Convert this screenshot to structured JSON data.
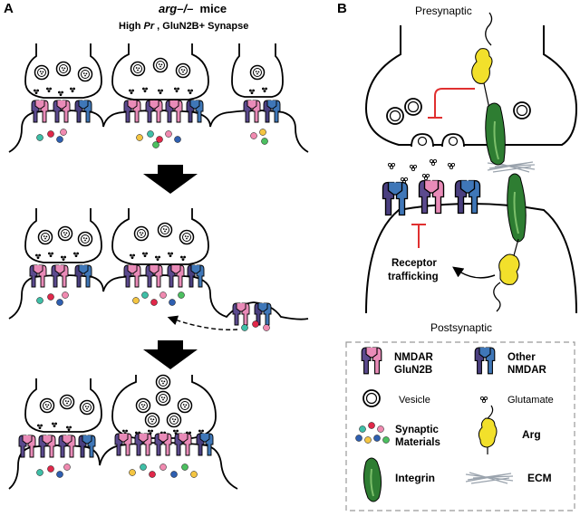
{
  "panel_a": {
    "letter": "A",
    "title_italic": "arg–/–",
    "title_rest": "  mice",
    "subtitle_pre": "High ",
    "subtitle_italic": "Pr",
    "subtitle_post": " , GluN2B+ Synapse"
  },
  "panel_b": {
    "letter": "B",
    "presynaptic": "Presynaptic",
    "postsynaptic": "Postsynaptic",
    "receptor_trafficking_line1": "Receptor",
    "receptor_trafficking_line2": "trafficking"
  },
  "legend": {
    "nmdar_glun2b_line1": "NMDAR",
    "nmdar_glun2b_line2": "GluN2B",
    "other_nmdar_line1": "Other",
    "other_nmdar_line2": "NMDAR",
    "vesicle": "Vesicle",
    "glutamate": "Glutamate",
    "synaptic_materials_line1": "Synaptic",
    "synaptic_materials_line2": "Materials",
    "arg": "Arg",
    "integrin": "Integrin",
    "ecm": "ECM"
  },
  "colors": {
    "glun2b_pink": "#e98bb8",
    "glun2b_purple": "#5b4a8e",
    "other_blue": "#3f77b8",
    "other_purple": "#4a3f80",
    "integrin_green": "#2e7d32",
    "integrin_light": "#7bbf6a",
    "arg_yellow": "#f2e02b",
    "inhibit_red": "#e03030",
    "ecm_gray": "#9aa3ad",
    "dot_teal": "#3fbfa7",
    "dot_red": "#e0284a",
    "dot_blue": "#2f5fb0",
    "dot_pink": "#f08ab0",
    "dot_yellow": "#f4c542",
    "dot_green": "#4cbf60"
  }
}
